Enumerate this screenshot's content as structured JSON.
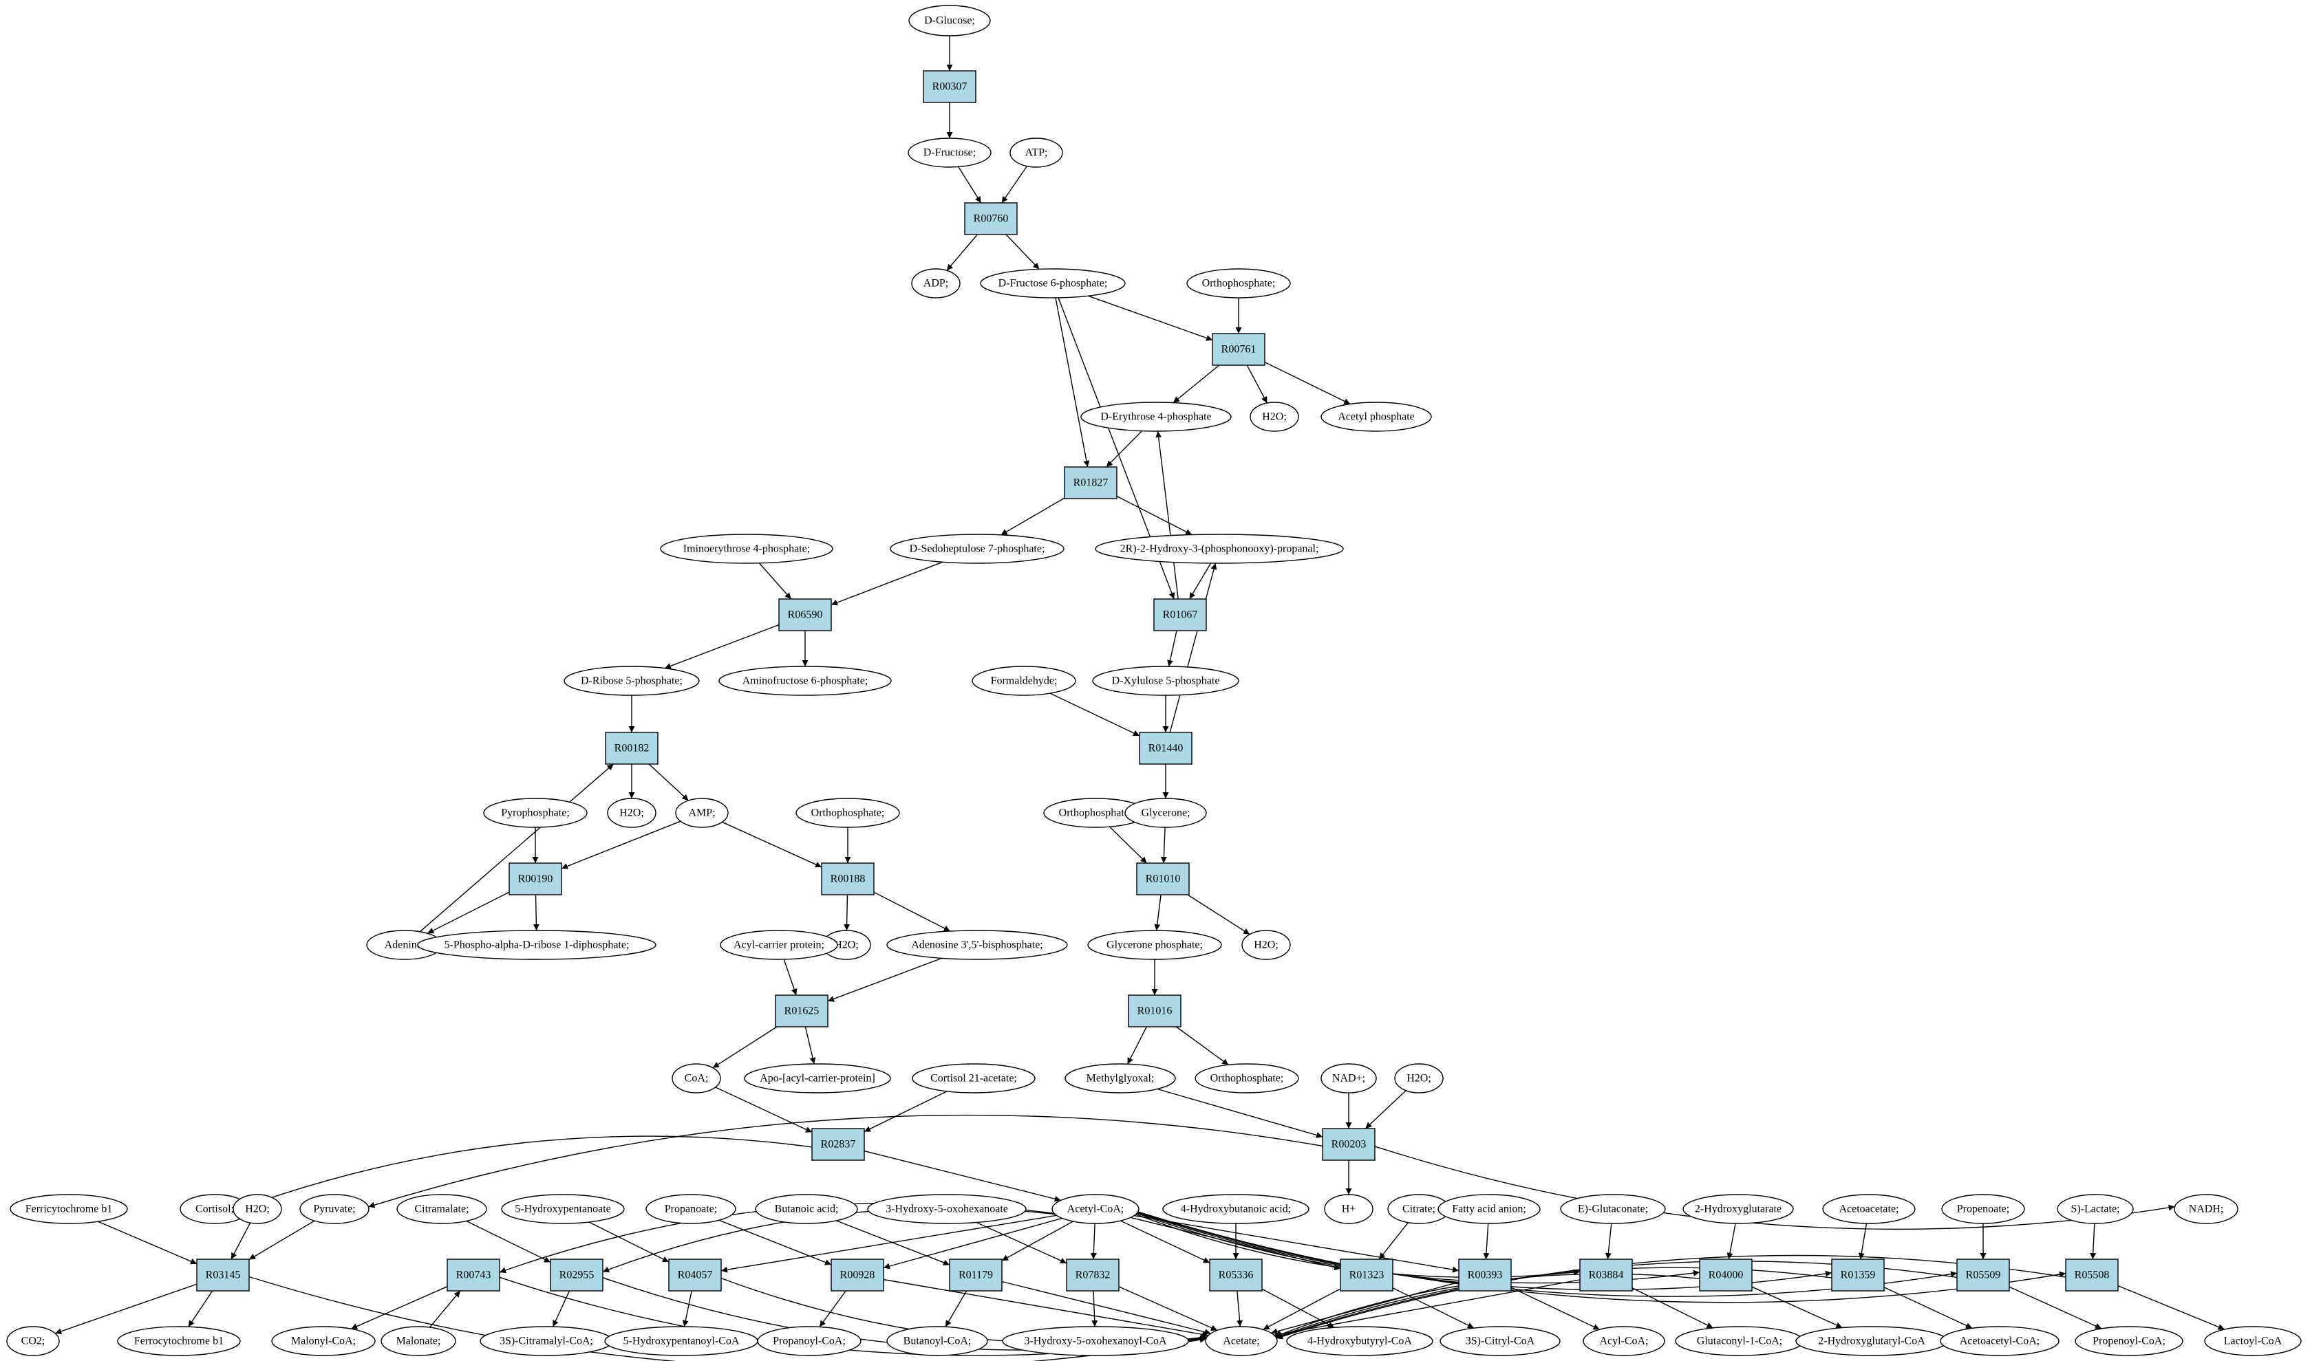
{
  "colors": {
    "reaction_fill": "#add8e6",
    "compound_fill": "#ffffff",
    "start_fill": "#00ff00",
    "target_fill": "#ffff00",
    "stroke": "#000000"
  },
  "compounds": [
    {
      "id": "d_glucose",
      "label": "D-Glucose;",
      "role": "start"
    },
    {
      "id": "d_fructose",
      "label": "D-Fructose;"
    },
    {
      "id": "atp",
      "label": "ATP;"
    },
    {
      "id": "adp",
      "label": "ADP;"
    },
    {
      "id": "f6p",
      "label": "D-Fructose 6-phosphate;"
    },
    {
      "id": "orthophosphate_1",
      "label": "Orthophosphate;"
    },
    {
      "id": "e4p",
      "label": "D-Erythrose 4-phosphate"
    },
    {
      "id": "h2o_1",
      "label": "H2O;"
    },
    {
      "id": "acetyl_phosphate",
      "label": "Acetyl phosphate"
    },
    {
      "id": "iminoerythrose",
      "label": "Iminoerythrose 4-phosphate;"
    },
    {
      "id": "s7p",
      "label": "D-Sedoheptulose 7-phosphate;"
    },
    {
      "id": "hydroxypropanal",
      "label": "2R)-2-Hydroxy-3-(phosphonooxy)-propanal;"
    },
    {
      "id": "r5p",
      "label": "D-Ribose 5-phosphate;"
    },
    {
      "id": "aminofructose",
      "label": "Aminofructose 6-phosphate;"
    },
    {
      "id": "formaldehyde",
      "label": "Formaldehyde;"
    },
    {
      "id": "xylulose",
      "label": "D-Xylulose 5-phosphate"
    },
    {
      "id": "h2o_2",
      "label": "H2O;"
    },
    {
      "id": "amp",
      "label": "AMP;"
    },
    {
      "id": "pyrophosphate",
      "label": "Pyrophosphate;"
    },
    {
      "id": "orthophosphate_2",
      "label": "Orthophosphate;"
    },
    {
      "id": "adenine",
      "label": "Adenine;"
    },
    {
      "id": "prpp",
      "label": "5-Phospho-alpha-D-ribose 1-diphosphate;"
    },
    {
      "id": "h2o_3",
      "label": "H2O;"
    },
    {
      "id": "pap",
      "label": "Adenosine 3',5'-bisphosphate;"
    },
    {
      "id": "orthophosphate_3",
      "label": "Orthophosphate;"
    },
    {
      "id": "glycerone",
      "label": "Glycerone;"
    },
    {
      "id": "glycerone_p",
      "label": "Glycerone phosphate;"
    },
    {
      "id": "h2o_4",
      "label": "H2O;"
    },
    {
      "id": "acp",
      "label": "Acyl-carrier protein;"
    },
    {
      "id": "coa",
      "label": "CoA;"
    },
    {
      "id": "apo_acp",
      "label": "Apo-[acyl-carrier-protein]"
    },
    {
      "id": "methylglyoxal",
      "label": "Methylglyoxal;"
    },
    {
      "id": "orthophosphate_4",
      "label": "Orthophosphate;"
    },
    {
      "id": "cortisol21",
      "label": "Cortisol 21-acetate;"
    },
    {
      "id": "nad",
      "label": "NAD+;"
    },
    {
      "id": "h2o_5",
      "label": "H2O;"
    },
    {
      "id": "cortisol",
      "label": "Cortisol;"
    },
    {
      "id": "pyruvate",
      "label": "Pyruvate;"
    },
    {
      "id": "hplus",
      "label": "H+"
    },
    {
      "id": "nadh",
      "label": "NADH;"
    },
    {
      "id": "acetyl_coa",
      "label": "Acetyl-CoA;",
      "role": "target"
    },
    {
      "id": "ferricytochrome",
      "label": "Ferricytochrome b1"
    },
    {
      "id": "h2o_6",
      "label": "H2O;"
    },
    {
      "id": "citramalate",
      "label": "Citramalate;"
    },
    {
      "id": "hydroxypentanoate",
      "label": "5-Hydroxypentanoate"
    },
    {
      "id": "propanoate",
      "label": "Propanoate;"
    },
    {
      "id": "butanoic",
      "label": "Butanoic acid;"
    },
    {
      "id": "oxohexanoate",
      "label": "3-Hydroxy-5-oxohexanoate"
    },
    {
      "id": "hydroxybutanoic",
      "label": "4-Hydroxybutanoic acid;"
    },
    {
      "id": "citrate",
      "label": "Citrate;"
    },
    {
      "id": "fatty_acid",
      "label": "Fatty acid anion;"
    },
    {
      "id": "glutaconate",
      "label": "E)-Glutaconate;"
    },
    {
      "id": "hydroxyglutarate",
      "label": "2-Hydroxyglutarate"
    },
    {
      "id": "acetoacetate",
      "label": "Acetoacetate;"
    },
    {
      "id": "propenoate",
      "label": "Propenoate;"
    },
    {
      "id": "s_lactate",
      "label": "S)-Lactate;"
    },
    {
      "id": "co2",
      "label": "CO2;"
    },
    {
      "id": "ferrocytochrome",
      "label": "Ferrocytochrome b1"
    },
    {
      "id": "malonyl_coa",
      "label": "Malonyl-CoA;"
    },
    {
      "id": "malonate",
      "label": "Malonate;"
    },
    {
      "id": "citramalyl_coa",
      "label": "3S)-Citramalyl-CoA;"
    },
    {
      "id": "hydroxypentanoyl_coa",
      "label": "5-Hydroxypentanoyl-CoA"
    },
    {
      "id": "propanoyl_coa",
      "label": "Propanoyl-CoA;"
    },
    {
      "id": "butanoyl_coa",
      "label": "Butanoyl-CoA;"
    },
    {
      "id": "oxohexanoyl_coa",
      "label": "3-Hydroxy-5-oxohexanoyl-CoA"
    },
    {
      "id": "acetate",
      "label": "Acetate;"
    },
    {
      "id": "hydroxybutyryl_coa",
      "label": "4-Hydroxybutyryl-CoA"
    },
    {
      "id": "citryl_coa",
      "label": "3S)-Citryl-CoA"
    },
    {
      "id": "acyl_coa",
      "label": "Acyl-CoA;"
    },
    {
      "id": "glutaconyl_coa",
      "label": "Glutaconyl-1-CoA;"
    },
    {
      "id": "hydroxyglutaryl_coa",
      "label": "2-Hydroxyglutaryl-CoA"
    },
    {
      "id": "acetoacetyl_coa",
      "label": "Acetoacetyl-CoA;"
    },
    {
      "id": "propenoyl_coa",
      "label": "Propenoyl-CoA;"
    },
    {
      "id": "lactoyl_coa",
      "label": "Lactoyl-CoA"
    }
  ],
  "reactions": [
    {
      "id": "R00307",
      "label": "R00307"
    },
    {
      "id": "R00760",
      "label": "R00760"
    },
    {
      "id": "R00761",
      "label": "R00761"
    },
    {
      "id": "R01827",
      "label": "R01827"
    },
    {
      "id": "R06590",
      "label": "R06590"
    },
    {
      "id": "R01067",
      "label": "R01067"
    },
    {
      "id": "R01440",
      "label": "R01440"
    },
    {
      "id": "R00182",
      "label": "R00182"
    },
    {
      "id": "R00190",
      "label": "R00190"
    },
    {
      "id": "R00188",
      "label": "R00188"
    },
    {
      "id": "R01010",
      "label": "R01010"
    },
    {
      "id": "R01625",
      "label": "R01625"
    },
    {
      "id": "R01016",
      "label": "R01016"
    },
    {
      "id": "R02837",
      "label": "R02837"
    },
    {
      "id": "R00203",
      "label": "R00203"
    },
    {
      "id": "R03145",
      "label": "R03145"
    },
    {
      "id": "R00743",
      "label": "R00743"
    },
    {
      "id": "R02955",
      "label": "R02955"
    },
    {
      "id": "R04057",
      "label": "R04057"
    },
    {
      "id": "R00928",
      "label": "R00928"
    },
    {
      "id": "R01179",
      "label": "R01179"
    },
    {
      "id": "R07832",
      "label": "R07832"
    },
    {
      "id": "R05336",
      "label": "R05336"
    },
    {
      "id": "R01323",
      "label": "R01323"
    },
    {
      "id": "R00393",
      "label": "R00393"
    },
    {
      "id": "R03884",
      "label": "R03884"
    },
    {
      "id": "R04000",
      "label": "R04000"
    },
    {
      "id": "R01359",
      "label": "R01359"
    },
    {
      "id": "R05509",
      "label": "R05509"
    },
    {
      "id": "R05508",
      "label": "R05508"
    }
  ],
  "edges": [
    [
      "d_glucose",
      "R00307"
    ],
    [
      "R00307",
      "d_fructose"
    ],
    [
      "d_fructose",
      "R00760"
    ],
    [
      "atp",
      "R00760"
    ],
    [
      "R00760",
      "adp"
    ],
    [
      "R00760",
      "f6p"
    ],
    [
      "f6p",
      "R00761"
    ],
    [
      "orthophosphate_1",
      "R00761"
    ],
    [
      "R00761",
      "e4p"
    ],
    [
      "R00761",
      "h2o_1"
    ],
    [
      "R00761",
      "acetyl_phosphate"
    ],
    [
      "f6p",
      "R01827"
    ],
    [
      "e4p",
      "R01827"
    ],
    [
      "R01827",
      "s7p"
    ],
    [
      "R01827",
      "hydroxypropanal"
    ],
    [
      "f6p",
      "R01067"
    ],
    [
      "hydroxypropanal",
      "R01067"
    ],
    [
      "R01067",
      "e4p"
    ],
    [
      "R01067",
      "xylulose"
    ],
    [
      "iminoerythrose",
      "R06590"
    ],
    [
      "s7p",
      "R06590"
    ],
    [
      "R06590",
      "r5p"
    ],
    [
      "R06590",
      "aminofructose"
    ],
    [
      "formaldehyde",
      "R01440"
    ],
    [
      "xylulose",
      "R01440"
    ],
    [
      "R01440",
      "hydroxypropanal"
    ],
    [
      "R01440",
      "glycerone"
    ],
    [
      "r5p",
      "R00182"
    ],
    [
      "adenine",
      "R00182"
    ],
    [
      "R00182",
      "h2o_2"
    ],
    [
      "R00182",
      "amp"
    ],
    [
      "pyrophosphate",
      "R00190"
    ],
    [
      "amp",
      "R00190"
    ],
    [
      "R00190",
      "adenine"
    ],
    [
      "R00190",
      "prpp"
    ],
    [
      "amp",
      "R00188"
    ],
    [
      "orthophosphate_2",
      "R00188"
    ],
    [
      "R00188",
      "h2o_3"
    ],
    [
      "R00188",
      "pap"
    ],
    [
      "orthophosphate_3",
      "R01010"
    ],
    [
      "glycerone",
      "R01010"
    ],
    [
      "R01010",
      "glycerone_p"
    ],
    [
      "R01010",
      "h2o_4"
    ],
    [
      "acp",
      "R01625"
    ],
    [
      "pap",
      "R01625"
    ],
    [
      "R01625",
      "coa"
    ],
    [
      "R01625",
      "apo_acp"
    ],
    [
      "glycerone_p",
      "R01016"
    ],
    [
      "R01016",
      "methylglyoxal"
    ],
    [
      "R01016",
      "orthophosphate_4"
    ],
    [
      "coa",
      "R02837"
    ],
    [
      "cortisol21",
      "R02837"
    ],
    [
      "R02837",
      "cortisol"
    ],
    [
      "R02837",
      "acetyl_coa"
    ],
    [
      "methylglyoxal",
      "R00203"
    ],
    [
      "nad",
      "R00203"
    ],
    [
      "h2o_5",
      "R00203"
    ],
    [
      "R00203",
      "pyruvate"
    ],
    [
      "R00203",
      "hplus"
    ],
    [
      "R00203",
      "nadh"
    ],
    [
      "ferricytochrome",
      "R03145"
    ],
    [
      "h2o_6",
      "R03145"
    ],
    [
      "pyruvate",
      "R03145"
    ],
    [
      "R03145",
      "co2"
    ],
    [
      "R03145",
      "ferrocytochrome"
    ],
    [
      "R03145",
      "acetate"
    ],
    [
      "acetyl_coa",
      "R00743"
    ],
    [
      "malonate",
      "R00743"
    ],
    [
      "R00743",
      "malonyl_coa"
    ],
    [
      "R00743",
      "acetate"
    ],
    [
      "acetyl_coa",
      "R02955"
    ],
    [
      "citramalate",
      "R02955"
    ],
    [
      "R02955",
      "citramalyl_coa"
    ],
    [
      "R02955",
      "acetate"
    ],
    [
      "acetyl_coa",
      "R04057"
    ],
    [
      "hydroxypentanoate",
      "R04057"
    ],
    [
      "R04057",
      "hydroxypentanoyl_coa"
    ],
    [
      "R04057",
      "acetate"
    ],
    [
      "acetyl_coa",
      "R00928"
    ],
    [
      "propanoate",
      "R00928"
    ],
    [
      "R00928",
      "propanoyl_coa"
    ],
    [
      "R00928",
      "acetate"
    ],
    [
      "acetyl_coa",
      "R01179"
    ],
    [
      "butanoic",
      "R01179"
    ],
    [
      "R01179",
      "butanoyl_coa"
    ],
    [
      "R01179",
      "acetate"
    ],
    [
      "acetyl_coa",
      "R07832"
    ],
    [
      "oxohexanoate",
      "R07832"
    ],
    [
      "R07832",
      "oxohexanoyl_coa"
    ],
    [
      "R07832",
      "acetate"
    ],
    [
      "acetyl_coa",
      "R05336"
    ],
    [
      "hydroxybutanoic",
      "R05336"
    ],
    [
      "R05336",
      "hydroxybutyryl_coa"
    ],
    [
      "R05336",
      "acetate"
    ],
    [
      "acetyl_coa",
      "R01323"
    ],
    [
      "citrate",
      "R01323"
    ],
    [
      "R01323",
      "citryl_coa"
    ],
    [
      "R01323",
      "acetate"
    ],
    [
      "acetyl_coa",
      "R00393"
    ],
    [
      "fatty_acid",
      "R00393"
    ],
    [
      "R00393",
      "acyl_coa"
    ],
    [
      "R00393",
      "acetate"
    ],
    [
      "acetyl_coa",
      "R03884"
    ],
    [
      "glutaconate",
      "R03884"
    ],
    [
      "R03884",
      "glutaconyl_coa"
    ],
    [
      "R03884",
      "acetate"
    ],
    [
      "acetyl_coa",
      "R04000"
    ],
    [
      "hydroxyglutarate",
      "R04000"
    ],
    [
      "R04000",
      "hydroxyglutaryl_coa"
    ],
    [
      "R04000",
      "acetate"
    ],
    [
      "acetyl_coa",
      "R01359"
    ],
    [
      "acetoacetate",
      "R01359"
    ],
    [
      "R01359",
      "acetoacetyl_coa"
    ],
    [
      "R01359",
      "acetate"
    ],
    [
      "acetyl_coa",
      "R05509"
    ],
    [
      "propenoate",
      "R05509"
    ],
    [
      "R05509",
      "propenoyl_coa"
    ],
    [
      "R05509",
      "acetate"
    ],
    [
      "acetyl_coa",
      "R05508"
    ],
    [
      "s_lactate",
      "R05508"
    ],
    [
      "R05508",
      "lactoyl_coa"
    ],
    [
      "R05508",
      "acetate"
    ]
  ]
}
